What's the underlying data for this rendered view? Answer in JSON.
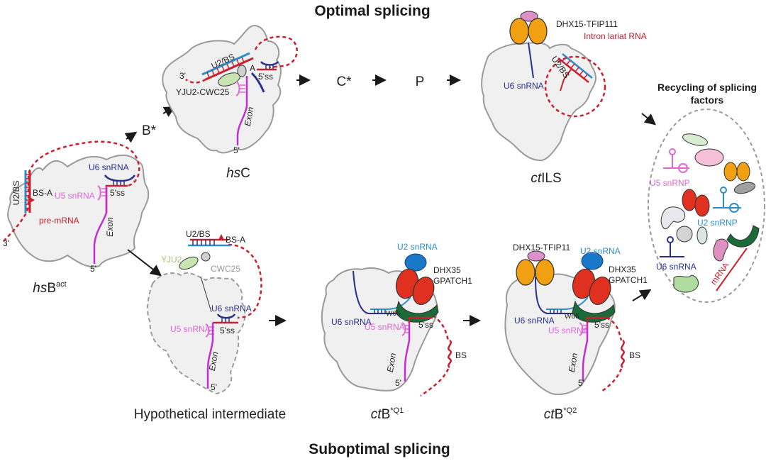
{
  "titles": {
    "top": "Optimal splicing",
    "bottom": "Suboptimal splicing"
  },
  "stages": {
    "bstar": "B*",
    "cstar": "C*",
    "p": "P",
    "hsc": {
      "italic": "hs",
      "rest": "C"
    },
    "ctils": {
      "italic": "ct",
      "rest": "ILS"
    },
    "hsbact": {
      "italic": "hs",
      "rest": "B",
      "sup": "act"
    },
    "hypothetical": "Hypothetical intermediate",
    "ctbq1": {
      "italic": "ct",
      "rest": "B",
      "sup": "*Q1"
    },
    "ctbq2": {
      "italic": "ct",
      "rest": "B",
      "sup": "*Q2"
    }
  },
  "hsbact": {
    "u2bs": "U2/BS",
    "bsa": "BS-A",
    "u6": "U6 snRNA",
    "u5": "U5 snRNA",
    "ss5": "5'ss",
    "premrna": "pre-mRNA",
    "exon": "Exon",
    "end3": "3'",
    "end5": "5'"
  },
  "hsc": {
    "u2bs": "U2/BS",
    "a": "A",
    "ss5": "5'ss",
    "end3": "3'",
    "yju2cwc25": "YJU2-CWC25",
    "exon": "Exon",
    "end5": "5'"
  },
  "ctils": {
    "dhx15": "DHX15-TFIP111",
    "lariat": "Intron lariat RNA",
    "u2bs": "U2/BS",
    "u6": "U6 snRNA"
  },
  "recycling": {
    "title_line1": "Recycling of splicing",
    "title_line2": "factors",
    "u5snrnp": "U5 snRNP",
    "u2snrnp": "U2 snRNP",
    "u6snrna": "U6 snRNA",
    "mrna": "mRNA"
  },
  "hypo": {
    "u2bs": "U2/BS",
    "bsa": "BS-A",
    "yju2": "YJU2",
    "cwc25": "CWC25",
    "u6": "U6 snRNA",
    "u5": "U5 snRNA",
    "ss5": "5'ss",
    "exon": "Exon",
    "end5": "5'"
  },
  "q1": {
    "u2": "U2 snRNA",
    "dhx35": "DHX35",
    "gpatch1": "GPATCH1",
    "w66": "W66",
    "u6": "U6 snRNA",
    "u5": "U5 snRNA",
    "ss5": "5'ss",
    "bs": "BS",
    "exon": "Exon",
    "end5": "5'"
  },
  "q2": {
    "dhx15": "DHX15-TFIP11",
    "u2": "U2 snRNA",
    "dhx35": "DHX35",
    "gpatch1": "GPATCH1",
    "w66": "W66",
    "u6": "U6 snRNA",
    "u5": "U5 snRNA",
    "ss5": "5'ss",
    "bs": "BS",
    "exon": "Exon",
    "end5": "5'"
  },
  "colors": {
    "premrna": "#c8202e",
    "u2": "#2a8fc8",
    "u5": "#e066d8",
    "u6": "#2a2f8a",
    "dhx15": "#f0a010",
    "dhx35": "#e03020",
    "gpatch1": "#1a6a3a",
    "yju2": "#c8e4b0",
    "tfip": "#e090c8",
    "body": "#f0f0f0"
  }
}
